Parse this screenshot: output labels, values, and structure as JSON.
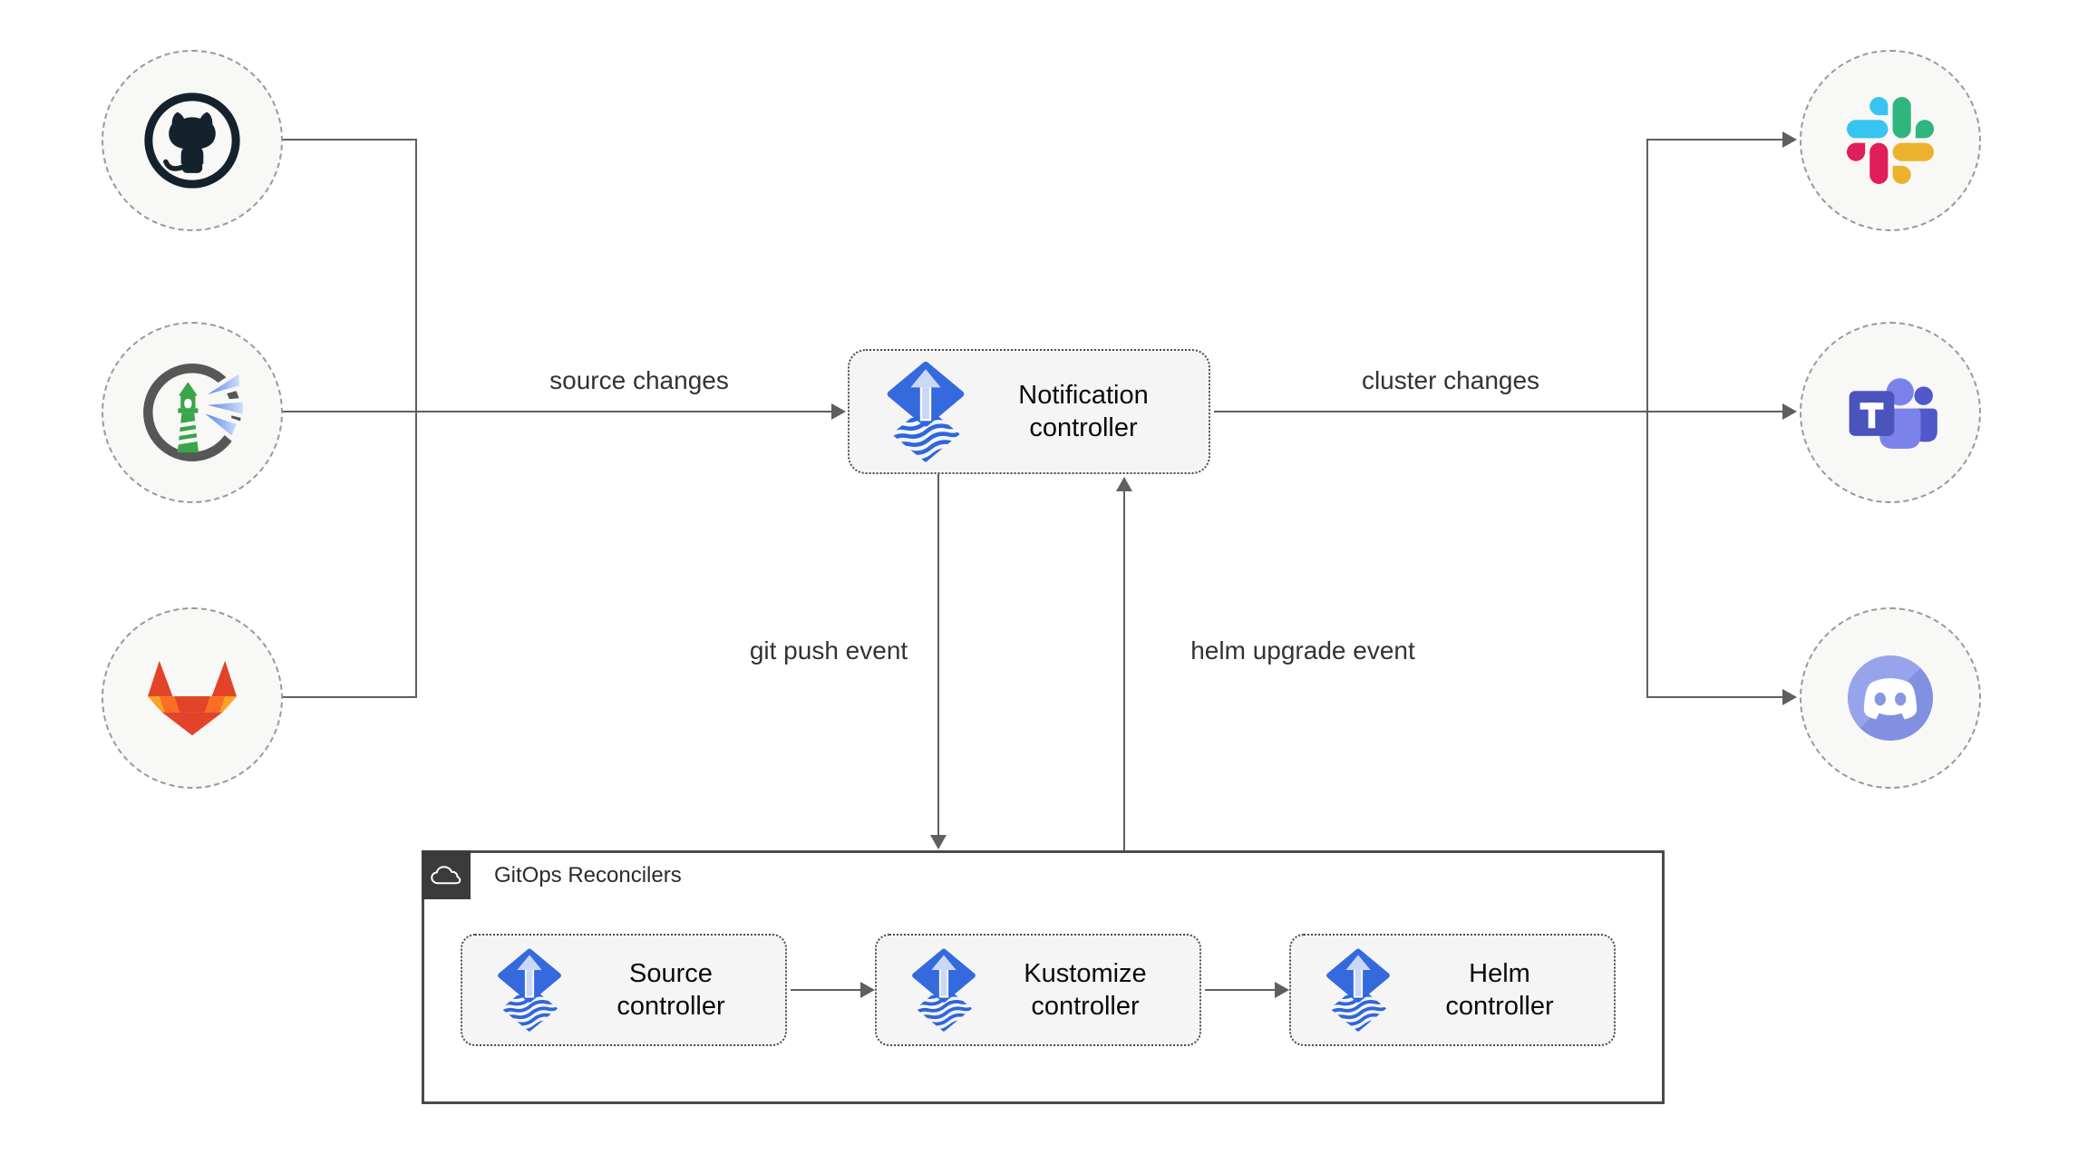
{
  "edges": {
    "source_changes": "source changes",
    "cluster_changes": "cluster changes",
    "git_push_event": "git push event",
    "helm_upgrade_event": "helm upgrade event"
  },
  "notification_controller": {
    "label": "Notification controller",
    "icon": "flux-icon"
  },
  "reconcilers": {
    "title": "GitOps Reconcilers",
    "badge_icon": "cloud-icon",
    "items": [
      {
        "label": "Source controller",
        "icon": "flux-icon"
      },
      {
        "label": "Kustomize controller",
        "icon": "flux-icon"
      },
      {
        "label": "Helm controller",
        "icon": "flux-icon"
      }
    ]
  },
  "sources": [
    {
      "name": "GitHub",
      "icon": "github-icon"
    },
    {
      "name": "Harbor",
      "icon": "harbor-icon"
    },
    {
      "name": "GitLab",
      "icon": "gitlab-icon"
    }
  ],
  "targets": [
    {
      "name": "Slack",
      "icon": "slack-icon"
    },
    {
      "name": "Microsoft Teams",
      "icon": "teams-icon"
    },
    {
      "name": "Discord",
      "icon": "discord-icon"
    }
  ],
  "colors": {
    "flux_blue": "#3569de",
    "flux_stripe_blue": "#2e66dd",
    "flux_arrow_light": "#c9d8f6",
    "arrow_gray": "#5f5f5f",
    "node_fill": "#f8f8f6",
    "node_border": "#9a9a9a",
    "box_fill": "#f5f5f5",
    "box_border": "#4b4b4b",
    "badge_bg": "#3b3b3b",
    "slack": [
      "#36c5f0",
      "#2eb67d",
      "#ecb22e",
      "#e01e5a"
    ],
    "gitlab": [
      "#e24329",
      "#fc6d26",
      "#fca326"
    ],
    "teams": [
      "#4b53bc",
      "#7b83eb",
      "#5059c9"
    ],
    "discord": "#8796e5",
    "harbor_green": "#3aa547"
  }
}
